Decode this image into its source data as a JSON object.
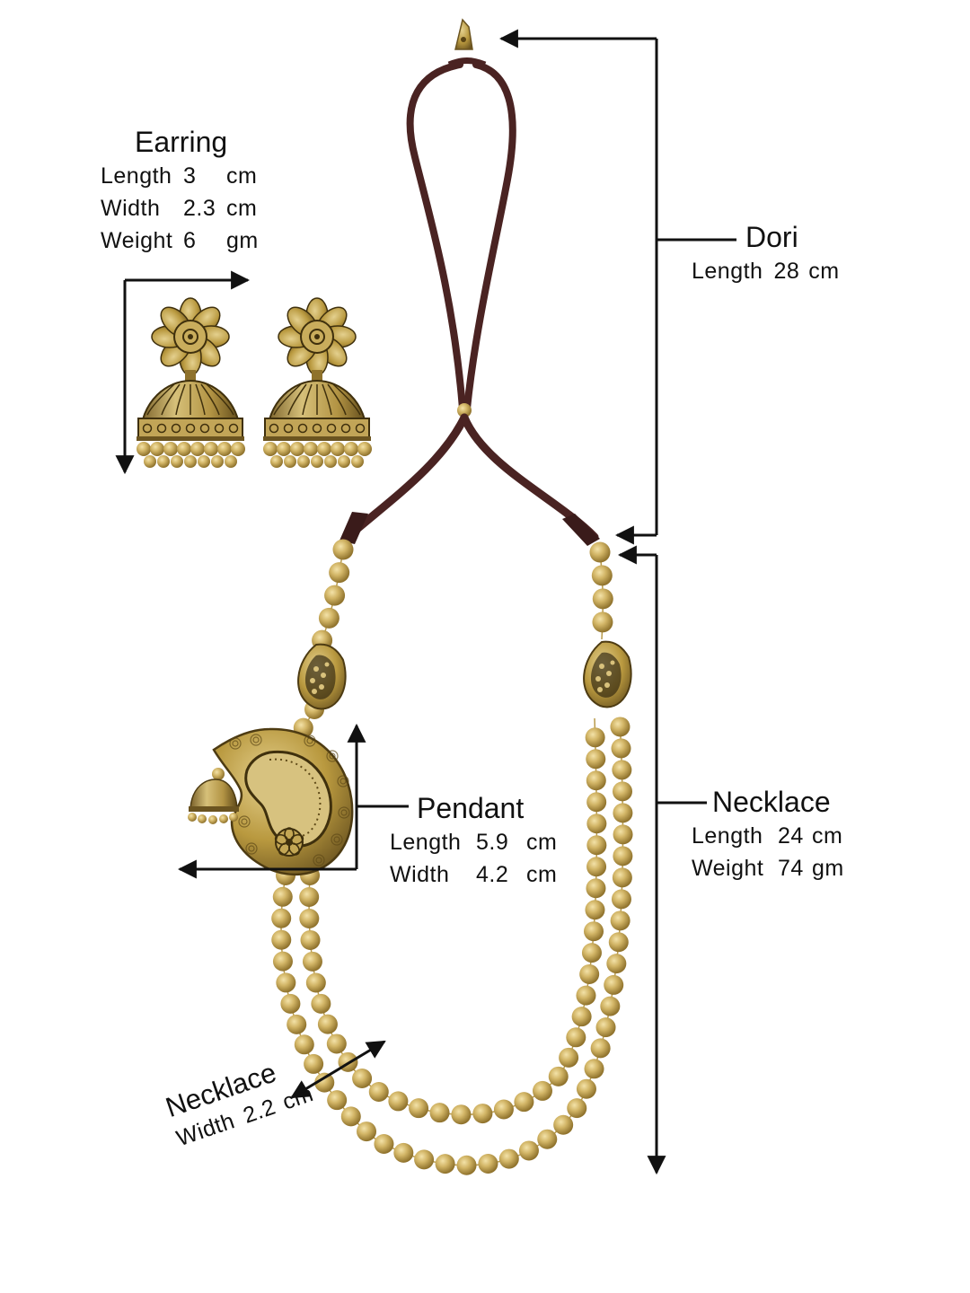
{
  "earring": {
    "title": "Earring",
    "specs": [
      {
        "label": "Length",
        "value": "3",
        "unit": "cm"
      },
      {
        "label": "Width",
        "value": "2.3",
        "unit": "cm"
      },
      {
        "label": "Weight",
        "value": "6",
        "unit": "gm"
      }
    ]
  },
  "dori": {
    "title": "Dori",
    "specs": [
      {
        "label": "Length",
        "value": "28",
        "unit": "cm"
      }
    ]
  },
  "pendant": {
    "title": "Pendant",
    "specs": [
      {
        "label": "Length",
        "value": "5.9",
        "unit": "cm"
      },
      {
        "label": "Width",
        "value": "4.2",
        "unit": "cm"
      }
    ]
  },
  "necklace": {
    "title": "Necklace",
    "specs": [
      {
        "label": "Length",
        "value": "24",
        "unit": "cm"
      },
      {
        "label": "Weight",
        "value": "74",
        "unit": "gm"
      }
    ]
  },
  "necklace_width": {
    "title": "Necklace",
    "label": "Width",
    "value": "2.2",
    "unit": "cm"
  },
  "colors": {
    "gold": "#c9a857",
    "antique_gold": "#a88a3c",
    "cord": "#4a2322",
    "annotation": "#111111"
  }
}
